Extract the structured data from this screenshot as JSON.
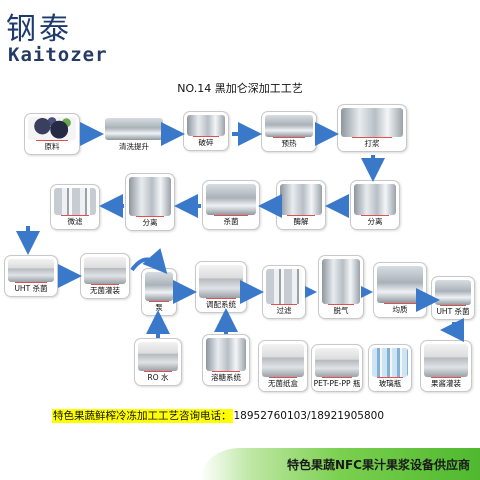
{
  "brand": {
    "cn": "钢泰",
    "en": "Kaitozer"
  },
  "title": "NO.14  黑加仑深加工工艺",
  "nodes": {
    "raw": "原料",
    "wash": "清洗提升",
    "crush": "破碎",
    "preheat": "预热",
    "pulp": "打浆",
    "sep1": "分离",
    "enzyme": "酶解",
    "steril": "杀菌",
    "sep2": "分离",
    "microfilt": "微滤",
    "uht1": "UHT 杀菌",
    "aseptic": "无菌灌装",
    "pump": "泵",
    "blend": "调配系统",
    "filter": "过滤",
    "deaer": "脱气",
    "homog": "均质",
    "uht2": "UHT 杀菌",
    "ro": "RO 水",
    "sugar": "溶糖系统",
    "carton": "无菌纸盒",
    "pet": "PET-PE-PP 瓶",
    "glass": "玻璃瓶",
    "jam": "果酱灌装"
  },
  "footer": {
    "highlight": "特色果蔬鲜榨冷冻加工工艺咨询电话：",
    "phone": "18952760103/18921905800"
  },
  "banner": "特色果蔬NFC果汁果浆设备供应商",
  "colors": {
    "arrow": "#3a78c9",
    "brand": "#1e3b6e",
    "banner": "#4fb82f",
    "highlight": "#ffff00"
  }
}
